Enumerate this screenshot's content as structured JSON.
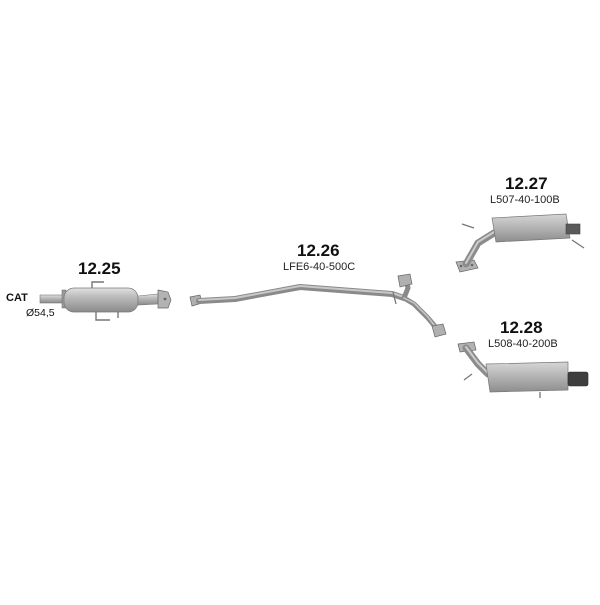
{
  "parts": [
    {
      "number": "12.25",
      "code": ""
    },
    {
      "number": "12.26",
      "code": "LFE6-40-500C"
    },
    {
      "number": "12.27",
      "code": "L507-40-100B"
    },
    {
      "number": "12.28",
      "code": "L508-40-200B"
    }
  ],
  "inlet": {
    "label": "CAT",
    "diameter": "Ø54,5"
  },
  "colors": {
    "metal_light": "#c9c9c9",
    "metal_mid": "#a4a4a4",
    "metal_dark": "#6e6e6e",
    "text": "#111111"
  }
}
